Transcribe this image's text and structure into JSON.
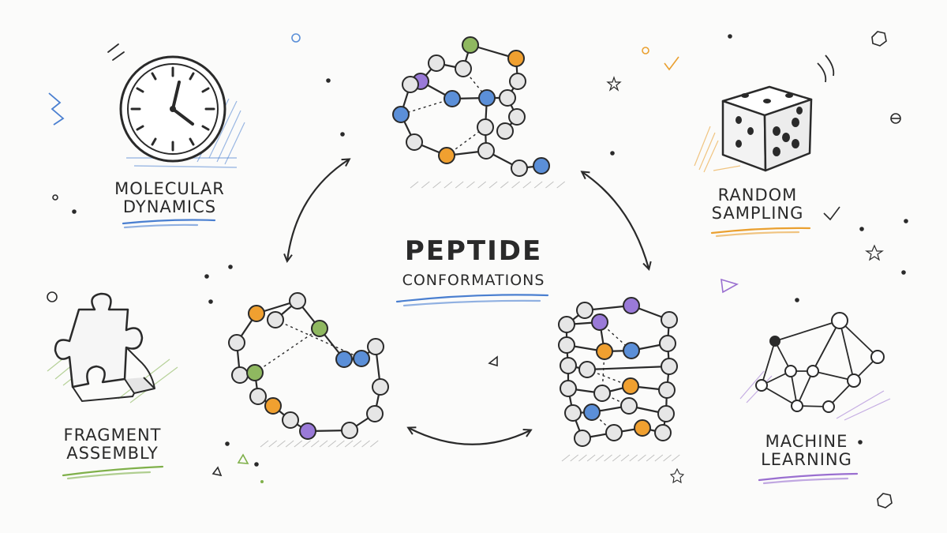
{
  "center": {
    "title": "PEPTIDE",
    "subtitle": "CONFORMATIONS"
  },
  "methods": [
    {
      "line1": "MOLECULAR",
      "line2": "DYNAMICS",
      "icon": "clock-icon",
      "accent": "#4a7fd0"
    },
    {
      "line1": "RANDOM",
      "line2": "SAMPLING",
      "icon": "dice-icon",
      "accent": "#eaa030"
    },
    {
      "line1": "FRAGMENT",
      "line2": "ASSEMBLY",
      "icon": "puzzle-piece-icon",
      "accent": "#7fb04a"
    },
    {
      "line1": "MACHINE",
      "line2": "LEARNING",
      "icon": "neural-network-icon",
      "accent": "#9a6fd0"
    }
  ],
  "structures": [
    {
      "name": "folded-conformation",
      "position": "top"
    },
    {
      "name": "loop-conformation",
      "position": "bottom-left"
    },
    {
      "name": "helix-conformation",
      "position": "bottom-right"
    }
  ],
  "colors": {
    "ink": "#2a2a2a",
    "atom_default": "#e6e6e6",
    "atom_orange": "#f0a030",
    "atom_blue": "#5b8fd8",
    "atom_green": "#8fb860",
    "atom_purple": "#9a7ad8",
    "title_underline": "#4a7fd0"
  }
}
